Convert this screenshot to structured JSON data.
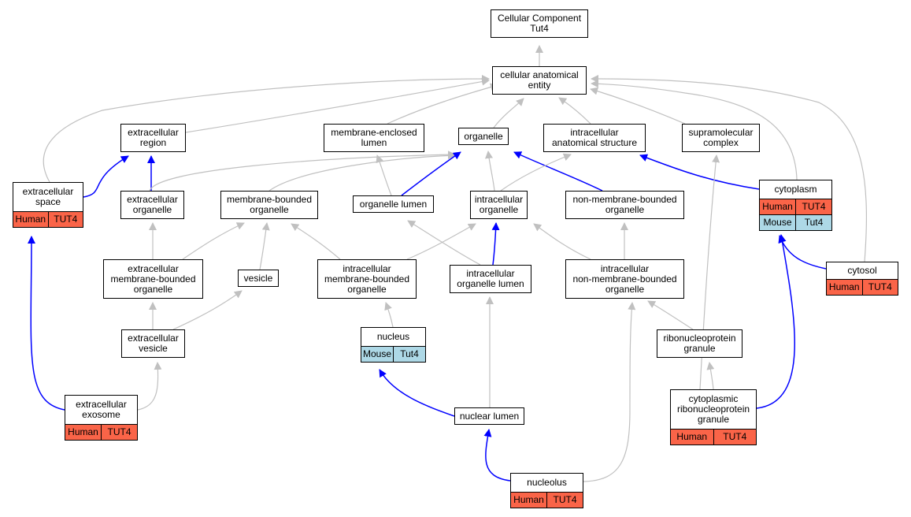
{
  "diagram": {
    "colors": {
      "annotated_edge": "#0000ff",
      "is_a_edge": "#c0c0c0",
      "human": "#fa6448",
      "mouse": "#add8e6"
    },
    "nodes": {
      "root": {
        "label": "Cellular Component\nTut4"
      },
      "cae": {
        "label": "cellular anatomical\nentity"
      },
      "er": {
        "label": "extracellular\nregion"
      },
      "mel": {
        "label": "membrane-enclosed\nlumen"
      },
      "org": {
        "label": "organelle"
      },
      "ias": {
        "label": "intracellular\nanatomical structure"
      },
      "smc": {
        "label": "supramolecular\ncomplex"
      },
      "es": {
        "label": "extracellular\nspace",
        "species": [
          "Human"
        ],
        "genes": [
          "TUT4"
        ]
      },
      "eo": {
        "label": "extracellular\norganelle"
      },
      "mbo": {
        "label": "membrane-bounded\norganelle"
      },
      "ol": {
        "label": "organelle lumen"
      },
      "io": {
        "label": "intracellular\norganelle"
      },
      "nmbo": {
        "label": "non-membrane-bounded\norganelle"
      },
      "cyto": {
        "label": "cytoplasm",
        "species": [
          "Human",
          "Mouse"
        ],
        "genes": [
          "TUT4",
          "Tut4"
        ]
      },
      "embo": {
        "label": "extracellular\nmembrane-bounded\norganelle"
      },
      "ves": {
        "label": "vesicle"
      },
      "imbo": {
        "label": "intracellular\nmembrane-bounded\norganelle"
      },
      "iol": {
        "label": "intracellular\norganelle lumen"
      },
      "inmbo": {
        "label": "intracellular\nnon-membrane-bounded\norganelle"
      },
      "cytosol": {
        "label": "cytosol",
        "species": [
          "Human"
        ],
        "genes": [
          "TUT4"
        ]
      },
      "ev": {
        "label": "extracellular\nvesicle"
      },
      "nuc": {
        "label": "nucleus",
        "species": [
          "Mouse"
        ],
        "genes": [
          "Tut4"
        ]
      },
      "rnpg": {
        "label": "ribonucleoprotein\ngranule"
      },
      "exo": {
        "label": "extracellular\nexosome",
        "species": [
          "Human"
        ],
        "genes": [
          "TUT4"
        ]
      },
      "nl": {
        "label": "nuclear lumen"
      },
      "crnpg": {
        "label": "cytoplasmic\nribonucleoprotein\ngranule",
        "species": [
          "Human"
        ],
        "genes": [
          "TUT4"
        ]
      },
      "nucleolus": {
        "label": "nucleolus",
        "species": [
          "Human"
        ],
        "genes": [
          "TUT4"
        ]
      }
    },
    "edges": [
      {
        "from": "cae",
        "to": "root",
        "type": "gray"
      },
      {
        "from": "er",
        "to": "cae",
        "type": "gray"
      },
      {
        "from": "mel",
        "to": "cae",
        "type": "gray"
      },
      {
        "from": "org",
        "to": "cae",
        "type": "gray"
      },
      {
        "from": "ias",
        "to": "cae",
        "type": "gray"
      },
      {
        "from": "smc",
        "to": "cae",
        "type": "gray"
      },
      {
        "from": "es",
        "to": "cae",
        "type": "gray"
      },
      {
        "from": "cyto",
        "to": "cae",
        "type": "gray"
      },
      {
        "from": "cytosol",
        "to": "cae",
        "type": "gray"
      },
      {
        "from": "es",
        "to": "er",
        "type": "blue"
      },
      {
        "from": "eo",
        "to": "er",
        "type": "blue"
      },
      {
        "from": "eo",
        "to": "org",
        "type": "gray"
      },
      {
        "from": "mbo",
        "to": "org",
        "type": "gray"
      },
      {
        "from": "ol",
        "to": "mel",
        "type": "gray"
      },
      {
        "from": "ol",
        "to": "org",
        "type": "blue"
      },
      {
        "from": "io",
        "to": "org",
        "type": "gray"
      },
      {
        "from": "io",
        "to": "ias",
        "type": "blue"
      },
      {
        "from": "nmbo",
        "to": "org",
        "type": "gray"
      },
      {
        "from": "cyto",
        "to": "ias",
        "type": "blue"
      },
      {
        "from": "embo",
        "to": "eo",
        "type": "gray"
      },
      {
        "from": "embo",
        "to": "mbo",
        "type": "gray"
      },
      {
        "from": "ves",
        "to": "mbo",
        "type": "gray"
      },
      {
        "from": "imbo",
        "to": "mbo",
        "type": "gray"
      },
      {
        "from": "imbo",
        "to": "io",
        "type": "gray"
      },
      {
        "from": "iol",
        "to": "ol",
        "type": "gray"
      },
      {
        "from": "iol",
        "to": "io",
        "type": "blue"
      },
      {
        "from": "inmbo",
        "to": "io",
        "type": "gray"
      },
      {
        "from": "inmbo",
        "to": "nmbo",
        "type": "gray"
      },
      {
        "from": "cytosol",
        "to": "cyto",
        "type": "blue"
      },
      {
        "from": "ev",
        "to": "embo",
        "type": "gray"
      },
      {
        "from": "ev",
        "to": "ves",
        "type": "gray"
      },
      {
        "from": "nuc",
        "to": "imbo",
        "type": "gray"
      },
      {
        "from": "rnpg",
        "to": "inmbo",
        "type": "gray"
      },
      {
        "from": "rnpg",
        "to": "smc",
        "type": "gray"
      },
      {
        "from": "exo",
        "to": "es",
        "type": "blue"
      },
      {
        "from": "exo",
        "to": "ev",
        "type": "gray"
      },
      {
        "from": "nl",
        "to": "nuc",
        "type": "blue"
      },
      {
        "from": "nl",
        "to": "iol",
        "type": "gray"
      },
      {
        "from": "crnpg",
        "to": "rnpg",
        "type": "gray"
      },
      {
        "from": "crnpg",
        "to": "cyto",
        "type": "blue"
      },
      {
        "from": "nucleolus",
        "to": "nl",
        "type": "blue"
      },
      {
        "from": "nucleolus",
        "to": "inmbo",
        "type": "gray"
      }
    ]
  }
}
